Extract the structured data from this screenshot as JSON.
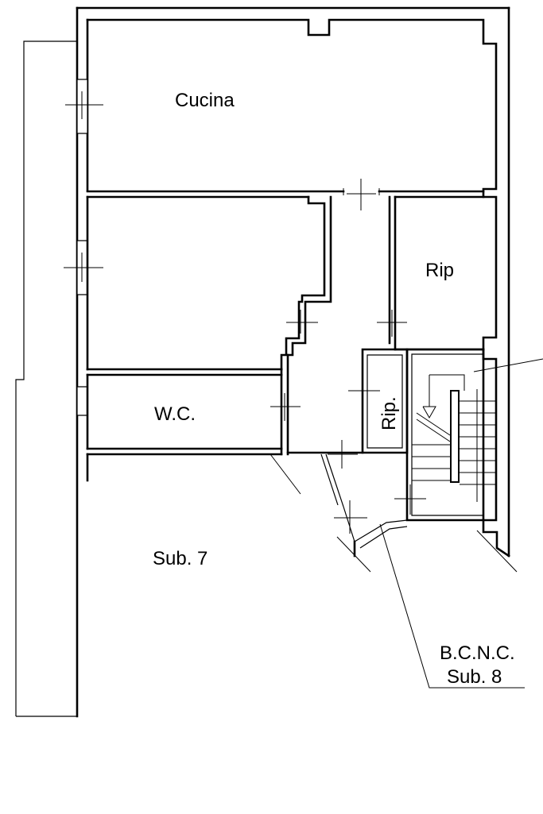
{
  "rooms": {
    "kitchen": "Cucina",
    "storage": "Rip",
    "storage_small": "Rip.",
    "bathroom": "W.C."
  },
  "annotations": {
    "unit": "Sub. 7",
    "common_area_line1": "B.C.N.C.",
    "common_area_line2": "Sub. 8"
  }
}
